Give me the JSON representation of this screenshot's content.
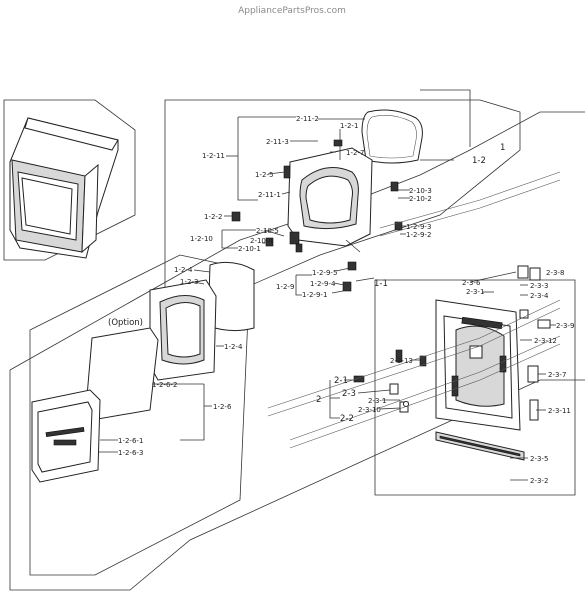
{
  "watermark": "AppliancePartsPros.com",
  "option_label": "(Option)",
  "part_labels": {
    "p_2_11_2": "2-11-2",
    "p_1_2_1": "1-2-1",
    "p_2_11_3": "2-11-3",
    "p_1_2_7": "1-2-7",
    "p_1_2_11": "1-2-11",
    "p_1_2_5": "1-2-5",
    "p_2_11_1": "2-11-1",
    "p_2_10_3": "2-10-3",
    "p_2_10_2": "2-10-2",
    "p_1_2_2": "1-2-2",
    "p_1_2_9_3": "1-2-9-3",
    "p_1_2_9_2": "1-2-9-2",
    "p_2_10_5": "2-10-5",
    "p_1_2_10": "1-2-10",
    "p_2_10_4": "2-10-4",
    "p_2_10_1": "2-10-1",
    "p_1_2_9_5": "1-2-9-5",
    "p_1_2_9": "1-2-9",
    "p_1_2_9_4": "1-2-9-4",
    "p_1_2_9_1": "1-2-9-1",
    "p_1_2": "1-2",
    "p_1": "1",
    "p_1_1": "1-1",
    "p_1_2_4a": "1-2-4",
    "p_1_2_3": "1-2-3",
    "p_1_2_4b": "1-2-4",
    "p_1_2_6_2": "1-2-6-2",
    "p_1_2_6": "1-2-6",
    "p_1_2_6_1": "1-2-6-1",
    "p_1_2_6_3": "1-2-6-3",
    "p_2_3_6": "2-3-6",
    "p_2_3_8": "2-3-8",
    "p_2_3_1a": "2-3-1",
    "p_2_3_3": "2-3-3",
    "p_2_3_4": "2-3-4",
    "p_2_3_9": "2-3-9",
    "p_2_3_12": "2-3-12",
    "p_2_3_13": "2-3-13",
    "p_2_1": "2-1",
    "p_2_3_7": "2-3-7",
    "p_2": "2",
    "p_2_3": "2-3",
    "p_2_3_1b": "2-3-1",
    "p_2_3_10": "2-3-10",
    "p_2_2": "2-2",
    "p_2_3_11": "2-3-11",
    "p_2_3_5": "2-3-5",
    "p_2_3_2": "2-3-2"
  }
}
